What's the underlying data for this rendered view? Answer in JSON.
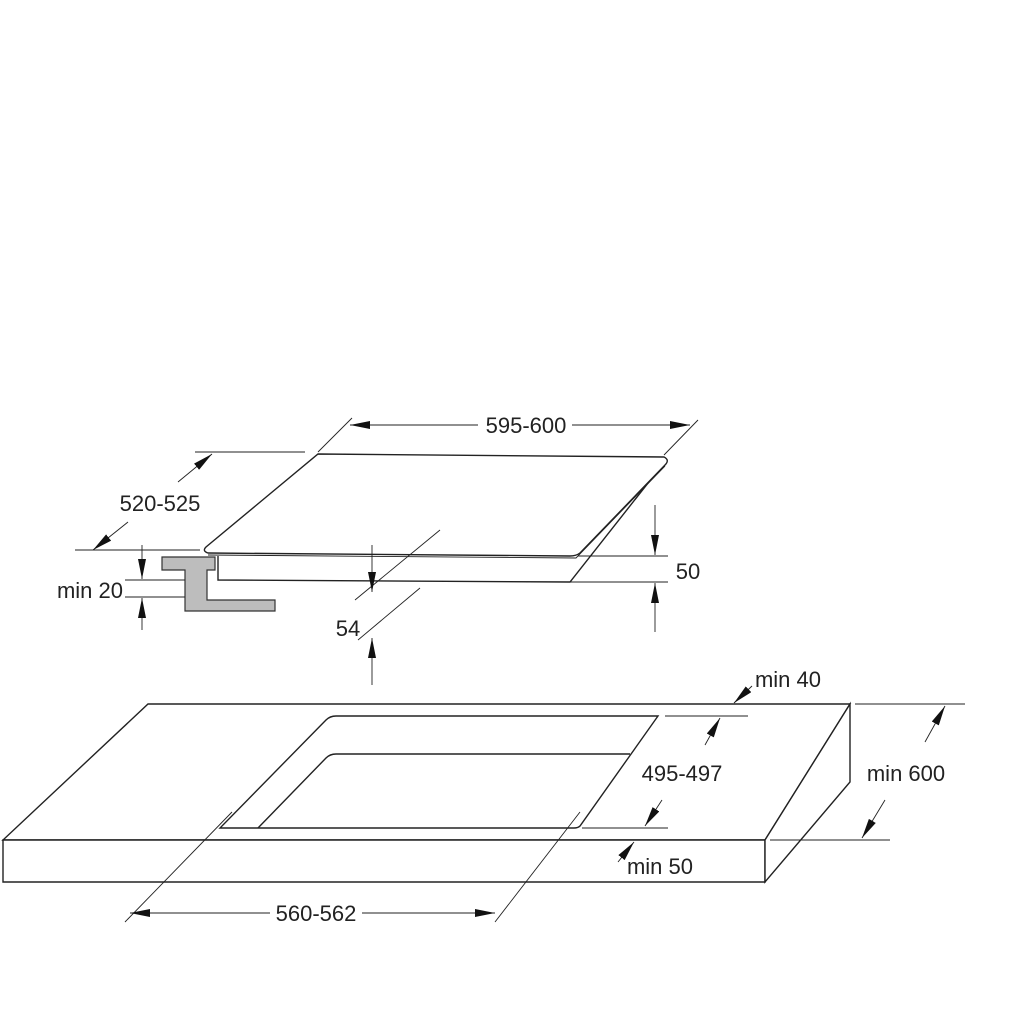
{
  "colors": {
    "line": "#222222",
    "bracket": "#bdbdbd",
    "background": "#ffffff"
  },
  "hob": {
    "width_label": "595-600",
    "depth_label": "520-525",
    "height_label": "50",
    "clearance_label": "54",
    "bracket_label": "min 20"
  },
  "worktop": {
    "cutout_width_label": "560-562",
    "cutout_depth_label": "495-497",
    "back_margin_label": "min 40",
    "front_margin_label": "min 50",
    "worktop_depth_label": "min 600"
  }
}
